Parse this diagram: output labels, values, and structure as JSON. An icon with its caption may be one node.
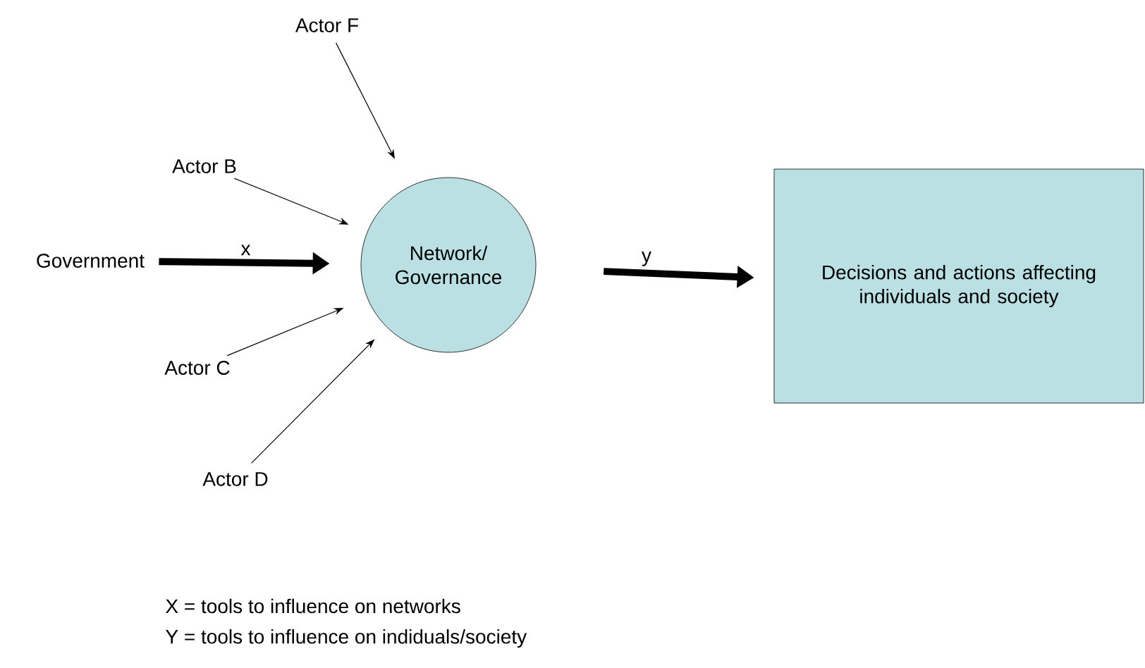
{
  "diagram": {
    "nodes": [
      {
        "text": [
          "Actor F"
        ]
      },
      {
        "text": [
          "Actor B"
        ]
      },
      {
        "text": [
          "Government"
        ]
      },
      {
        "text": [
          "Network/ Governance"
        ]
      },
      {
        "text": [
          "Actor C"
        ]
      },
      {
        "text": [
          "Actor D"
        ]
      },
      {
        "text": [
          "Decisions and actions affecting individuals and society"
        ]
      }
    ],
    "edges": [
      {
        "from": 0,
        "to": 3,
        "arrow": "to"
      },
      {
        "from": 1,
        "to": 3,
        "arrow": "to"
      },
      {
        "from": 2,
        "to": 3,
        "arrow": "to",
        "label": "x",
        "style": "thick"
      },
      {
        "from": 4,
        "to": 3,
        "arrow": "to"
      },
      {
        "from": 5,
        "to": 3,
        "arrow": "to"
      },
      {
        "from": 3,
        "to": 6,
        "arrow": "to",
        "label": "y",
        "style": "thick"
      }
    ],
    "labels": [
      "X = tools to influence on networks",
      "Y = tools to influence on indiduals/society"
    ]
  }
}
